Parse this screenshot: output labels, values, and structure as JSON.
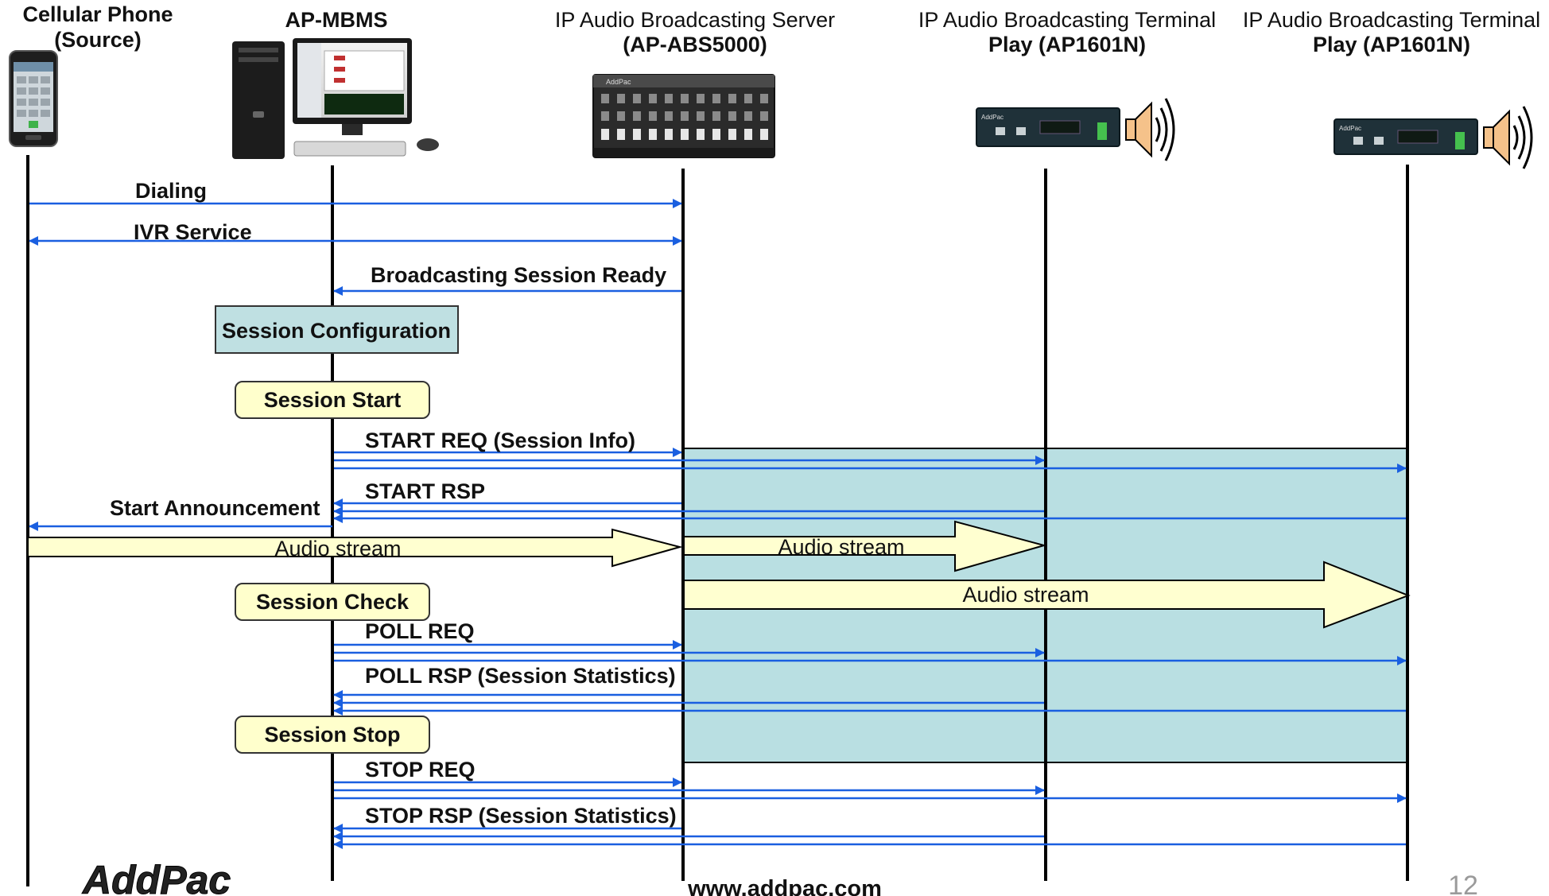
{
  "columns": {
    "phone": {
      "title": "Cellular Phone",
      "subtitle": "(Source)"
    },
    "mbms": {
      "title": "AP-MBMS"
    },
    "server": {
      "title": "IP Audio Broadcasting Server",
      "subtitle": "(AP-ABS5000)"
    },
    "terminal1": {
      "title": "IP Audio Broadcasting Terminal",
      "subtitle": "Play (AP1601N)"
    },
    "terminal2": {
      "title": "IP Audio Broadcasting Terminal",
      "subtitle": "Play (AP1601N)"
    }
  },
  "messages": {
    "dialing": "Dialing",
    "ivr": "IVR Service",
    "session_ready": "Broadcasting Session Ready",
    "start_req": "START REQ (Session Info)",
    "start_rsp": "START RSP",
    "start_announcement": "Start Announcement",
    "poll_req": "POLL REQ",
    "poll_rsp": "POLL RSP (Session Statistics)",
    "stop_req": "STOP REQ",
    "stop_rsp": "STOP RSP (Session Statistics)"
  },
  "boxes": {
    "session_config": "Session Configuration",
    "session_start": "Session Start",
    "session_check": "Session Check",
    "session_stop": "Session Stop"
  },
  "streams": {
    "s1": "Audio stream",
    "s2": "Audio stream",
    "s3": "Audio stream"
  },
  "footer": {
    "logo": "AddPac",
    "url": "www.addpac.com",
    "page_number": "12"
  },
  "device_labels": {
    "server_brand": "AddPac",
    "terminal_brand": "AddPac"
  },
  "colors": {
    "arrow_blue": "#1a5fe0",
    "session_band": "#b9dfe2",
    "config_box": "#bfe0e2",
    "yellow_box": "#ffffcc",
    "stream_fill": "#ffffd0"
  }
}
